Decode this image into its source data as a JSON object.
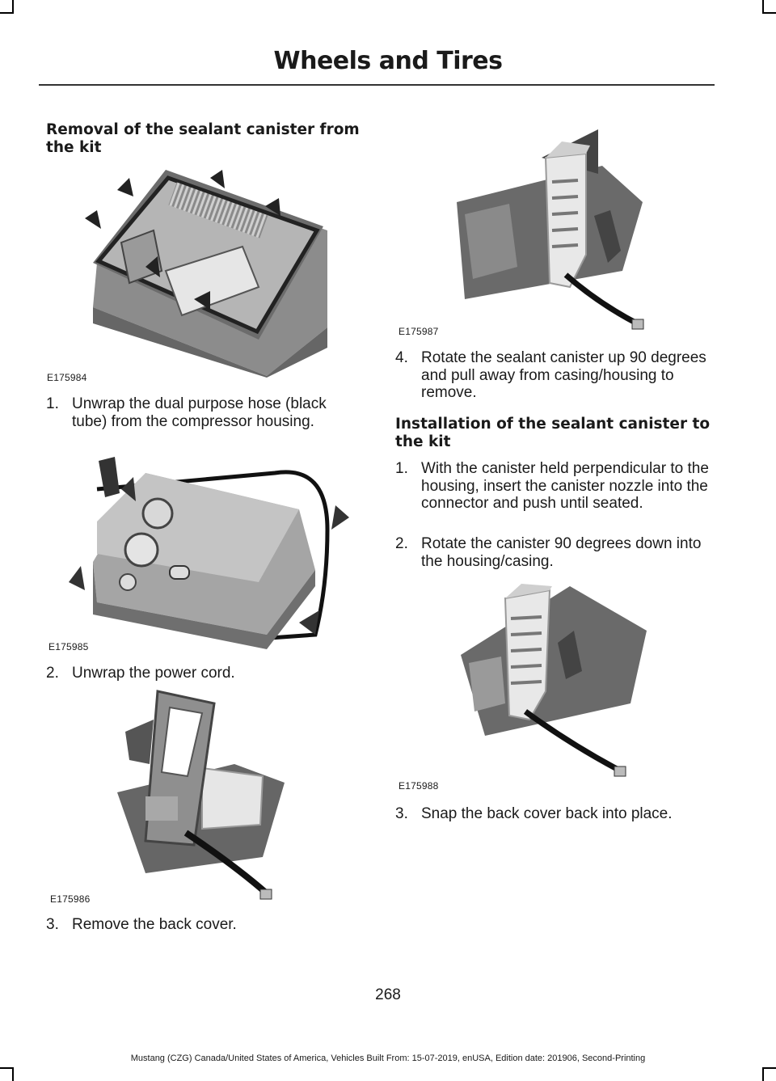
{
  "header": {
    "title": "Wheels and Tires"
  },
  "sections": {
    "removal_heading": "Removal of the sealant canister from the kit",
    "installation_heading": "Installation of the sealant canister to the kit"
  },
  "figures": {
    "f1": "E175984",
    "f2": "E175985",
    "f3": "E175986",
    "f4": "E175987",
    "f5": "E175988"
  },
  "removal_steps": [
    {
      "num": "1.",
      "text": "Unwrap the dual purpose hose (black tube) from the compressor housing."
    },
    {
      "num": "2.",
      "text": "Unwrap the power cord."
    },
    {
      "num": "3.",
      "text": "Remove the back cover."
    },
    {
      "num": "4.",
      "text": "Rotate the sealant canister up 90 degrees and pull away from casing/housing to remove."
    }
  ],
  "installation_steps": [
    {
      "num": "1.",
      "text": "With the canister held perpendicular to the housing, insert the canister nozzle into the connector and push until seated."
    },
    {
      "num": "2.",
      "text": "Rotate the canister 90 degrees down into the housing/casing."
    },
    {
      "num": "3.",
      "text": "Snap the back cover back into place."
    }
  ],
  "page_number": "268",
  "footer": "Mustang (CZG) Canada/United States of America, Vehicles Built From: 15-07-2019, enUSA, Edition date: 201906, Second-Printing"
}
